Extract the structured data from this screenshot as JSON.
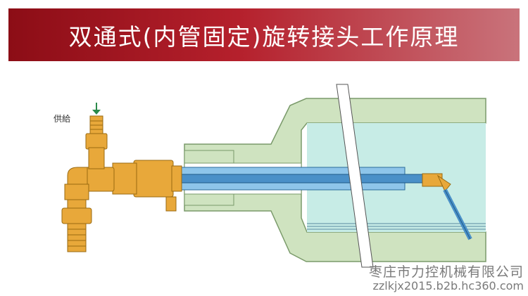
{
  "banner": {
    "title": "双通式(内管固定)旋转接头工作原理"
  },
  "diagram": {
    "supply_label": "供給"
  },
  "watermark": {
    "company": "枣庄市力控机械有限公司",
    "url": "zzlkjx2015.b2b.hc360.com"
  },
  "colors": {
    "banner_dark": "#8c0d16",
    "banner_light": "#c9737b",
    "roll_shell": "#cfe3c0",
    "roll_outline": "#7a9a6a",
    "water": "#c7ece6",
    "fitting": "#e8a83a",
    "fitting_outline": "#9a6a10",
    "pipe_blue": "#4a90c8",
    "pipe_light": "#8ec5ea"
  }
}
